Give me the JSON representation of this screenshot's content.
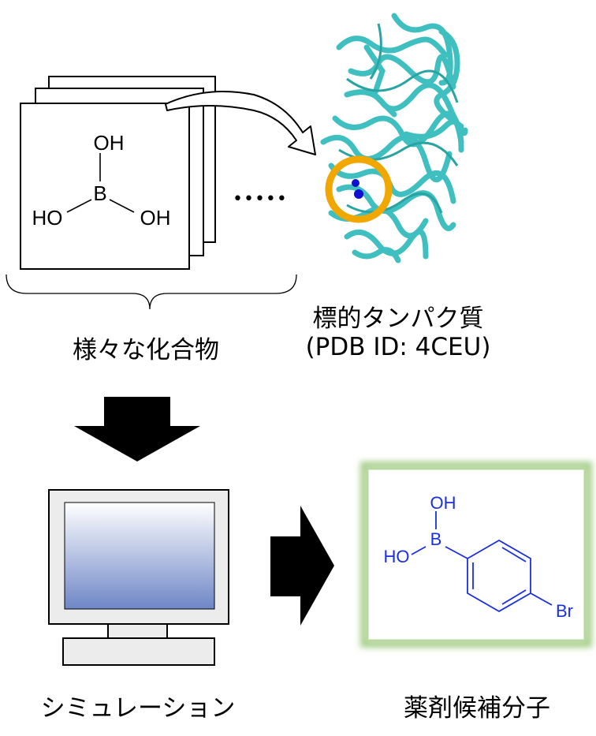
{
  "compounds": {
    "label": "様々な化合物",
    "boric_acid": {
      "top": "OH",
      "center": "B",
      "left": "HO",
      "right": "OH"
    },
    "ellipsis": "•••••"
  },
  "target": {
    "label_line1": "標的タンパク質",
    "label_line2": "(PDB ID: 4CEU)",
    "protein_color": "#3fbfbf",
    "ring_color": "#f0a800",
    "ligand_color": "#1010d0"
  },
  "simulation": {
    "label": "シミュレーション"
  },
  "candidate": {
    "label": "薬剤候補分子",
    "structure": {
      "oh": "OH",
      "ho": "HO",
      "b": "B",
      "br": "Br"
    },
    "color": "#1a2fe0",
    "frame_glow": "#a9d08e"
  }
}
